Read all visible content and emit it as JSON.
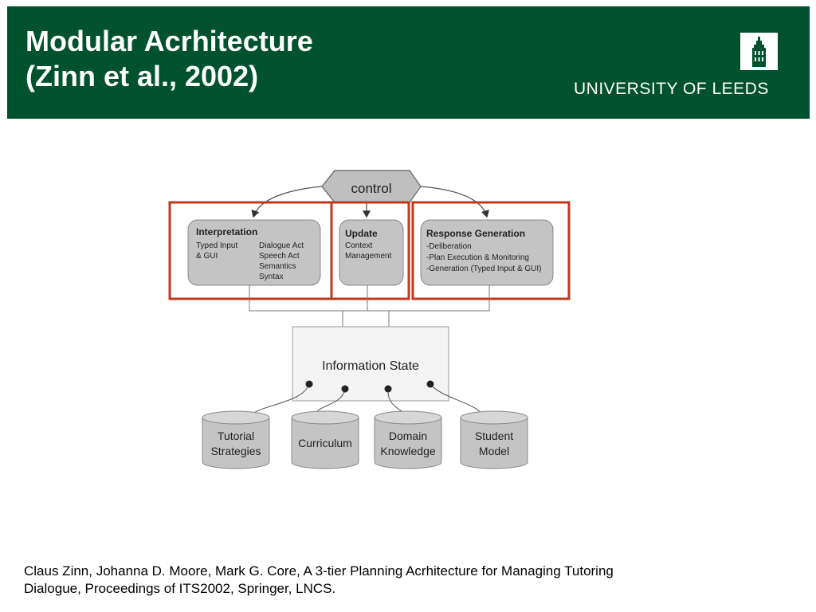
{
  "header": {
    "title_line1": "Modular Acrhitecture",
    "title_line2": "(Zinn et al., 2002)",
    "university": "UNIVERSITY OF LEEDS",
    "color": "#00522e"
  },
  "diagram": {
    "control": "control",
    "interpretation": {
      "title": "Interpretation",
      "left_lines": [
        "Typed Input",
        "& GUI"
      ],
      "right_lines": [
        "Dialogue Act",
        "Speech Act",
        "Semantics",
        "Syntax"
      ]
    },
    "update": {
      "title": "Update",
      "lines": [
        "Context",
        "Management"
      ]
    },
    "response": {
      "title": "Response Generation",
      "lines": [
        "-Deliberation",
        "-Plan Execution & Monitoring",
        "-Generation (Typed Input & GUI)"
      ]
    },
    "information_state": "Information State",
    "databases": [
      {
        "lines": [
          "Tutorial",
          "Strategies"
        ]
      },
      {
        "lines": [
          "Curriculum"
        ]
      },
      {
        "lines": [
          "Domain",
          "Knowledge"
        ]
      },
      {
        "lines": [
          "Student",
          "Model"
        ]
      }
    ],
    "highlight_color": "#c0391b"
  },
  "citation": {
    "line1": "Claus Zinn, Johanna D. Moore, Mark G. Core, A 3-tier Planning Acrhitecture for Managing Tutoring",
    "line2": "Dialogue, Proceedings of ITS2002, Springer, LNCS."
  }
}
